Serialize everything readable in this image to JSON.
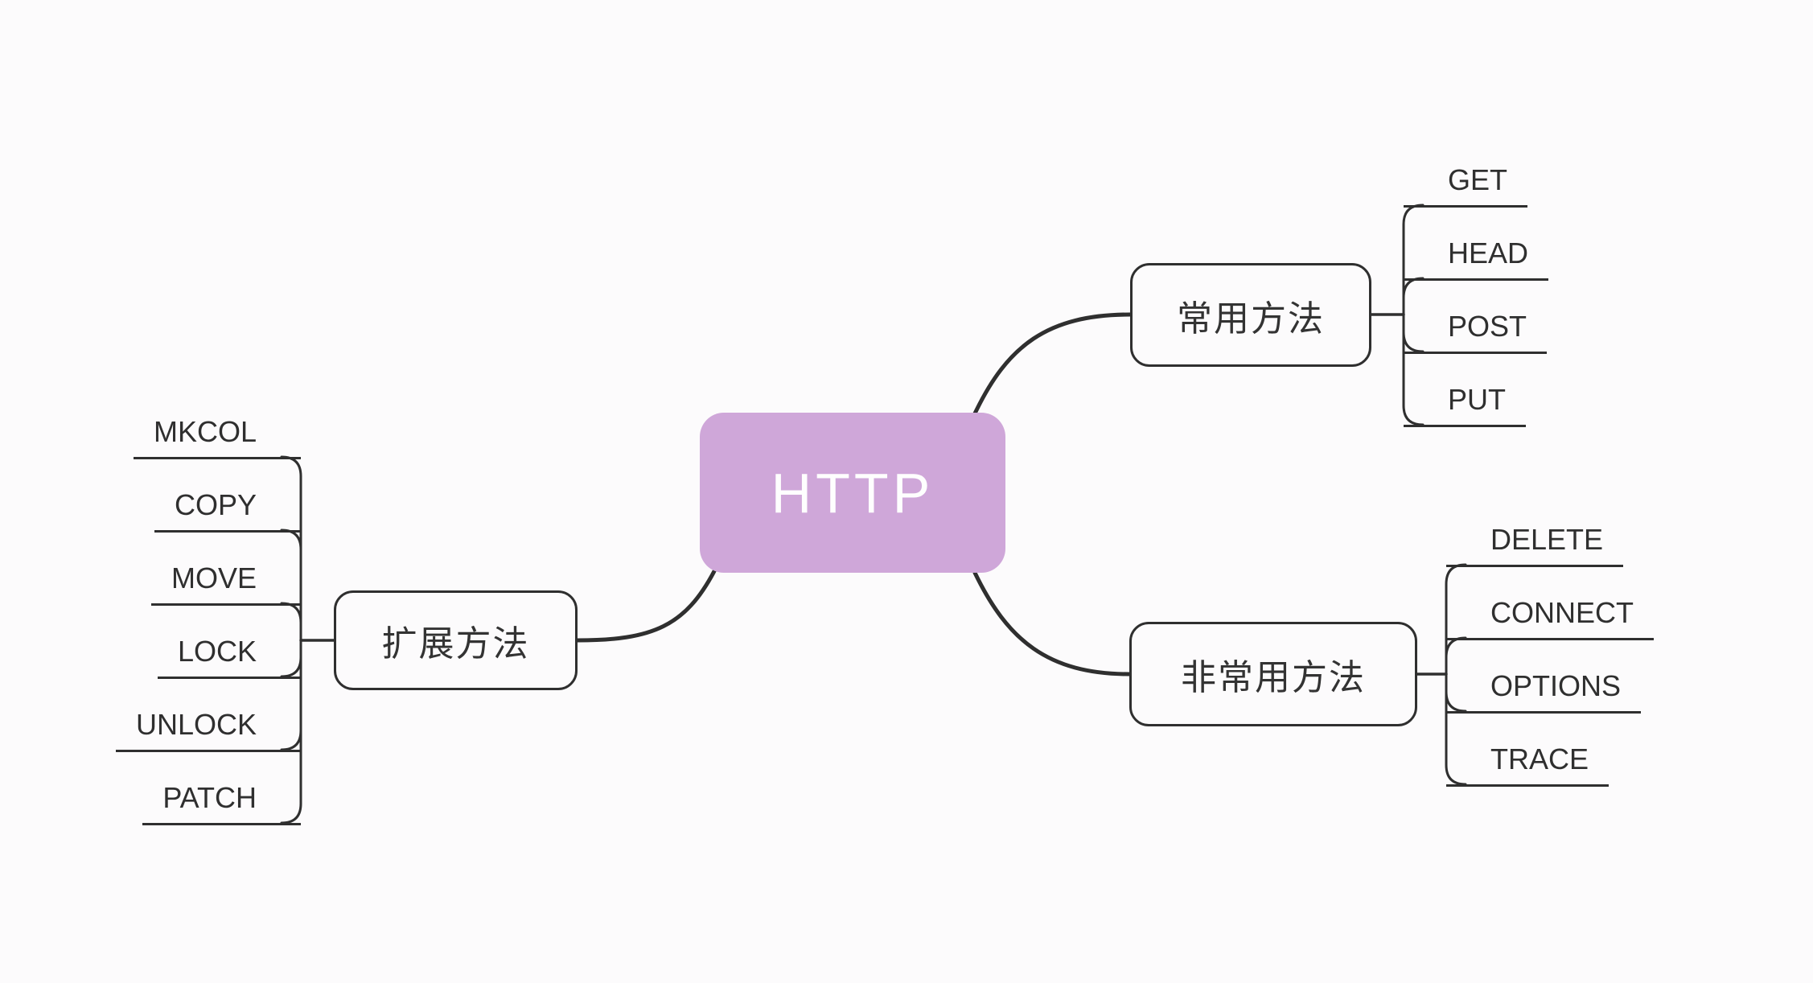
{
  "root": {
    "label": "HTTP"
  },
  "branches": {
    "common": {
      "label": "常用方法",
      "children": {
        "get": "GET",
        "head": "HEAD",
        "post": "POST",
        "put": "PUT"
      }
    },
    "uncommon": {
      "label": "非常用方法",
      "children": {
        "delete": "DELETE",
        "connect": "CONNECT",
        "options": "OPTIONS",
        "trace": "TRACE"
      }
    },
    "extended": {
      "label": "扩展方法",
      "children": {
        "mkcol": "MKCOL",
        "copy": "COPY",
        "move": "MOVE",
        "lock": "LOCK",
        "unlock": "UNLOCK",
        "patch": "PATCH"
      }
    }
  },
  "colors": {
    "background": "#fcfbfc",
    "root_fill": "#cfa7d9",
    "root_text": "#fefefe",
    "line": "#2f2f2f",
    "text": "#333333"
  }
}
